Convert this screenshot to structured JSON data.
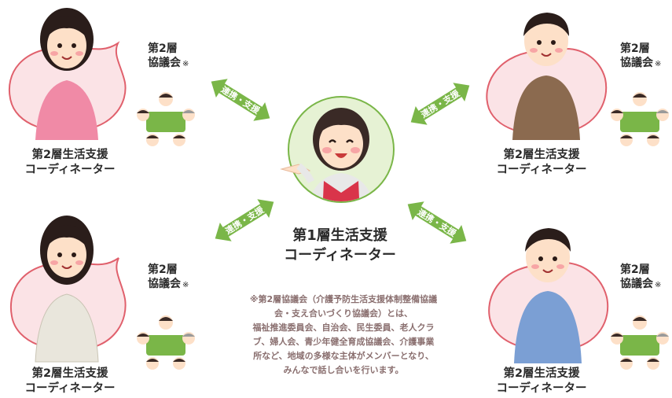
{
  "center": {
    "title_line1": "第1層生活支援",
    "title_line2": "コーディネーター"
  },
  "arrows": {
    "label": "連携・支援"
  },
  "corners": [
    {
      "council_line1": "第2層",
      "council_line2": "協議会",
      "council_mark": "※",
      "coord_line1": "第2層生活支援",
      "coord_line2": "コーディネーター"
    },
    {
      "council_line1": "第2層",
      "council_line2": "協議会",
      "council_mark": "※",
      "coord_line1": "第2層生活支援",
      "coord_line2": "コーディネーター"
    },
    {
      "council_line1": "第2層",
      "council_line2": "協議会",
      "council_mark": "※",
      "coord_line1": "第2層生活支援",
      "coord_line2": "コーディネーター"
    },
    {
      "council_line1": "第2層",
      "council_line2": "協議会",
      "council_mark": "※",
      "coord_line1": "第2層生活支援",
      "coord_line2": "コーディネーター"
    }
  ],
  "note": {
    "line1": "※第2層協議会（介護予防生活支援体制整備協議",
    "line2": "会・支え合いづくり協議会）とは、",
    "line3": "福祉推進委員会、自治会、民生委員、老人クラ",
    "line4": "ブ、婦人会、青少年健全育成協議会、介護事業",
    "line5": "所など、地域の多様な主体がメンバーとなり、",
    "line6": "みんなで話し合いを行います。"
  },
  "colors": {
    "arrow": "#7ab648",
    "bubble_fill": "#fbe3e6",
    "bubble_stroke": "#e0606c",
    "center_circle": "#e6f2d4",
    "note_text": "#8a6f6f"
  }
}
